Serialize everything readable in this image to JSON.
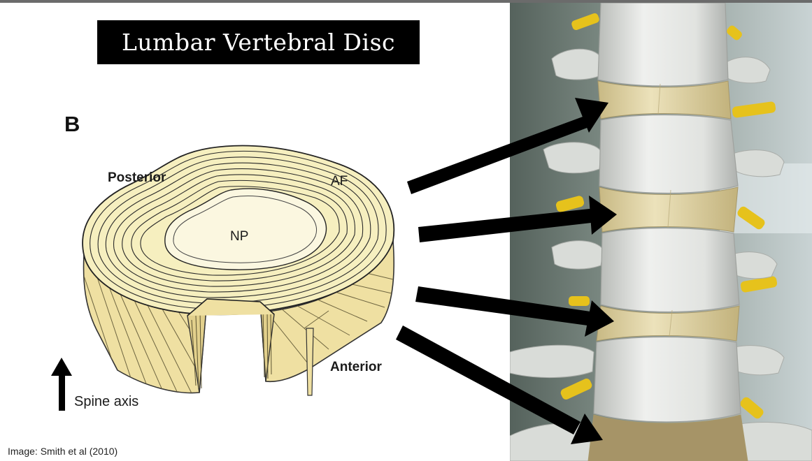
{
  "slide": {
    "title": "Lumbar Vertebral Disc",
    "caption": "Image: Smith et al (2010)"
  },
  "diagram": {
    "panel_letter": "B",
    "labels": {
      "posterior": "Posterior",
      "anterior": "Anterior",
      "annulus": "AF",
      "nucleus": "NP",
      "spine_axis": "Spine axis"
    }
  },
  "colors": {
    "title_bg": "#000000",
    "title_text": "#ffffff",
    "disc_fill": "#f6efbf",
    "disc_side": "#efe0a2",
    "nucleus_fill": "#fbf7e0",
    "arrow": "#000000",
    "photo_bg": "#6f7b73",
    "vertebra": "#e4e6e3",
    "disc_photo": "#d8c999",
    "pin": "#e6c21c"
  },
  "photo": {
    "pointer_count": 4
  }
}
